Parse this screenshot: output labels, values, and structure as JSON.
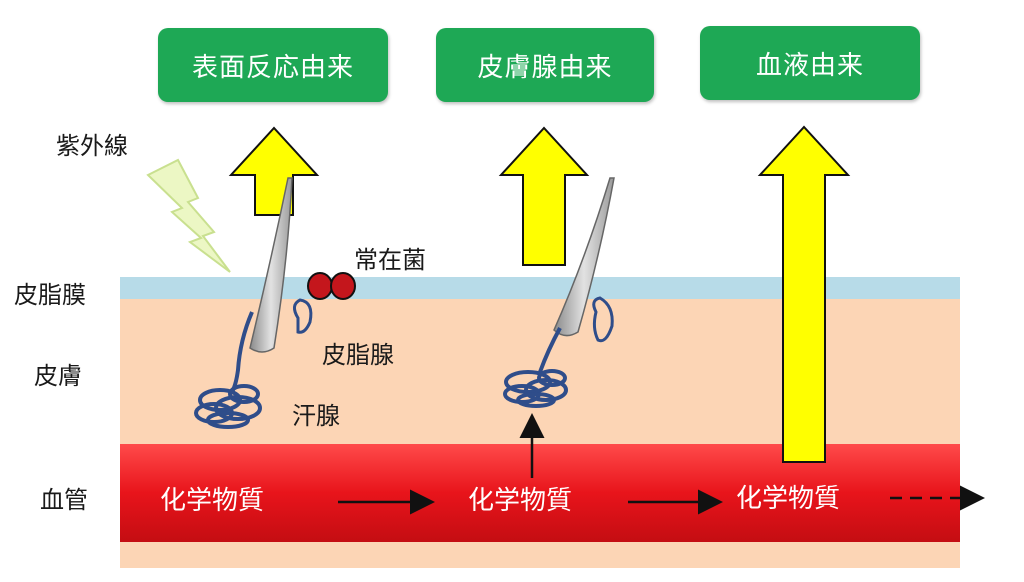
{
  "sources": {
    "surface": "表面反応由来",
    "gland": "皮膚腺由来",
    "blood": "血液由来"
  },
  "labels": {
    "uv": "紫外線",
    "bacteria": "常在菌",
    "sebum_film": "皮脂膜",
    "skin": "皮膚",
    "sebaceous_gland": "皮脂腺",
    "sweat_gland": "汗腺",
    "blood_vessel": "血管"
  },
  "chemical": [
    "化学物質",
    "化学物質",
    "化学物質"
  ],
  "colors": {
    "box_green": "#1ea855",
    "arrow_yellow": "#ffff00",
    "skin": "#fcd5b5",
    "sebum_film": "#b7dbe8",
    "vessel": "#e8141b",
    "gland_blue": "#2f4d8a",
    "bacteria": "#c4161c"
  }
}
